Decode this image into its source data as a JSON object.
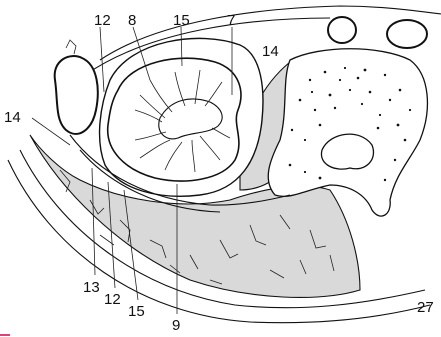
{
  "labels": {
    "l12_top": "12",
    "l8": "8",
    "l15_top": "15",
    "l7": "7",
    "l14_right": "14",
    "l14_left": "14",
    "l13": "13",
    "l12_bottom": "12",
    "l15_bottom": "15",
    "l9": "9",
    "page_number": "27"
  },
  "colors": {
    "stroke": "#111111",
    "tissue_fill": "#d9d9d9",
    "background": "#ffffff",
    "corner_mark": "#e0407a"
  }
}
